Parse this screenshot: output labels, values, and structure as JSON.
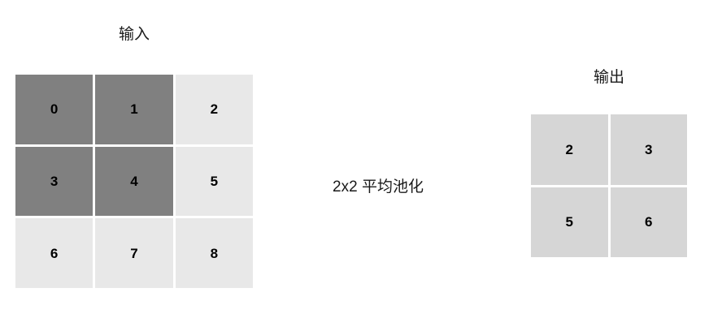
{
  "diagram": {
    "background": "#ffffff",
    "operation_label": "2x2 平均池化",
    "input": {
      "title": "输入",
      "rows": 3,
      "cols": 3,
      "cells": [
        {
          "value": "0",
          "state": "highlight"
        },
        {
          "value": "1",
          "state": "highlight"
        },
        {
          "value": "2",
          "state": "plain"
        },
        {
          "value": "3",
          "state": "highlight"
        },
        {
          "value": "4",
          "state": "highlight"
        },
        {
          "value": "5",
          "state": "plain"
        },
        {
          "value": "6",
          "state": "plain"
        },
        {
          "value": "7",
          "state": "plain"
        },
        {
          "value": "8",
          "state": "plain"
        }
      ]
    },
    "output": {
      "title": "输出",
      "rows": 2,
      "cols": 2,
      "cells": [
        {
          "value": "2",
          "state": "out"
        },
        {
          "value": "3",
          "state": "out"
        },
        {
          "value": "5",
          "state": "out"
        },
        {
          "value": "6",
          "state": "out"
        }
      ]
    },
    "colors": {
      "highlight": "#808080",
      "plain": "#e8e8e8",
      "out": "#d6d6d6",
      "text": "#000000",
      "title_text": "#1a1a1a"
    }
  },
  "chart_data": {
    "type": "table",
    "title": "2x2 平均池化",
    "xlabel": "",
    "ylabel": "",
    "series": [
      {
        "name": "输入",
        "values": [
          [
            0,
            1,
            2
          ],
          [
            3,
            4,
            5
          ],
          [
            6,
            7,
            8
          ]
        ],
        "highlighted": [
          [
            0,
            0
          ],
          [
            0,
            1
          ],
          [
            1,
            0
          ],
          [
            1,
            1
          ]
        ]
      },
      {
        "name": "输出",
        "values": [
          [
            2,
            3
          ],
          [
            5,
            6
          ]
        ]
      }
    ],
    "annotations": [
      "2x2 平均池化"
    ]
  }
}
